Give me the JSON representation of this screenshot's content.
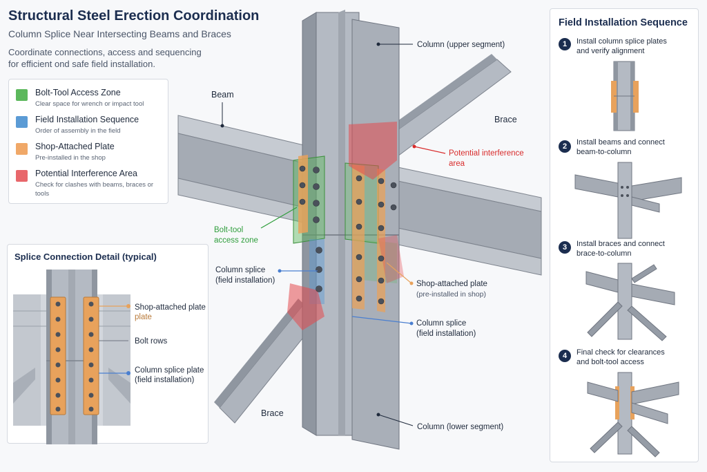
{
  "header": {
    "title": "Structural Steel Erection Coordination",
    "subtitle": "Column Splice Near Intersecting Beams and Braces",
    "intro_line1": "Coordinate connections, access and sequencing",
    "intro_line2": "for efficient ond safe field installation."
  },
  "legend": {
    "items": [
      {
        "title": "Bolt-Tool Access Zone",
        "desc": "Clear space for wrench or impact tool",
        "color": "#5cb85c"
      },
      {
        "title": "Field Installation Sequence",
        "desc": "Order of assembly in the field",
        "color": "#5b9bd5"
      },
      {
        "title": "Shop-Attached Plate",
        "desc": "Pre-installed in the shop",
        "color": "#f0a868"
      },
      {
        "title": "Potential Interference Area",
        "desc": "Check for clashes with beams, braces or tools",
        "color": "#e8676b"
      }
    ]
  },
  "detail": {
    "title": "Splice Connection Detail (typical)",
    "shop_plate_1": "Shop-attached plate",
    "shop_plate_2": "plate",
    "bolt_rows": "Bolt rows",
    "splice_plate_1": "Column splice plate",
    "splice_plate_2": "(field installation)"
  },
  "main_labels": {
    "column_upper": "Column (upper segment)",
    "beam": "Beam",
    "brace_right": "Brace",
    "interference_1": "Potential interference",
    "interference_2": "area",
    "bolt_tool_1": "Bolt-tool",
    "bolt_tool_2": "access zone",
    "splice_left_1": "Column splice",
    "splice_left_2": "(field installation)",
    "shop_plate_1": "Shop-attached plate",
    "shop_plate_2": "(pre-installed in shop)",
    "splice_right_1": "Column splice",
    "splice_right_2": "(field installation)",
    "brace_left": "Brace",
    "column_lower": "Column (lower segment)"
  },
  "sequence": {
    "title": "Field Installation Sequence",
    "steps": [
      {
        "num": "1",
        "line1": "Install column splice plates",
        "line2": "and verify alignment"
      },
      {
        "num": "2",
        "line1": "Install beams and connect",
        "line2": "beam-to-column"
      },
      {
        "num": "3",
        "line1": "Install braces and connect",
        "line2": "brace-to-column"
      },
      {
        "num": "4",
        "line1": "Final check for clearances",
        "line2": "and bolt-tool access"
      }
    ]
  },
  "colors": {
    "steel_light": "#b9bec6",
    "steel_mid": "#9aa0a9",
    "steel_dark": "#6f7580",
    "green_zone": "#5cb85c",
    "orange_plate": "#e8a25c",
    "red_zone": "#e34a4f",
    "blue_marker": "#4a7fd0",
    "navy": "#1b2d4f"
  }
}
